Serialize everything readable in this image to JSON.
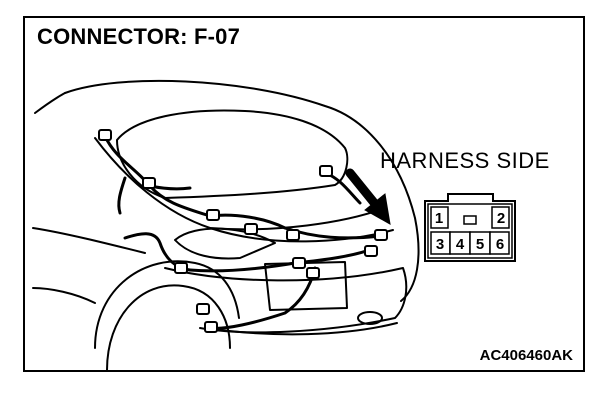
{
  "title": "CONNECTOR: F-07",
  "harness_side_label": "HARNESS SIDE",
  "figure_code": "AC406460AK",
  "connector": {
    "top_pins": [
      "1",
      "2"
    ],
    "bottom_pins": [
      "3",
      "4",
      "5",
      "6"
    ]
  }
}
